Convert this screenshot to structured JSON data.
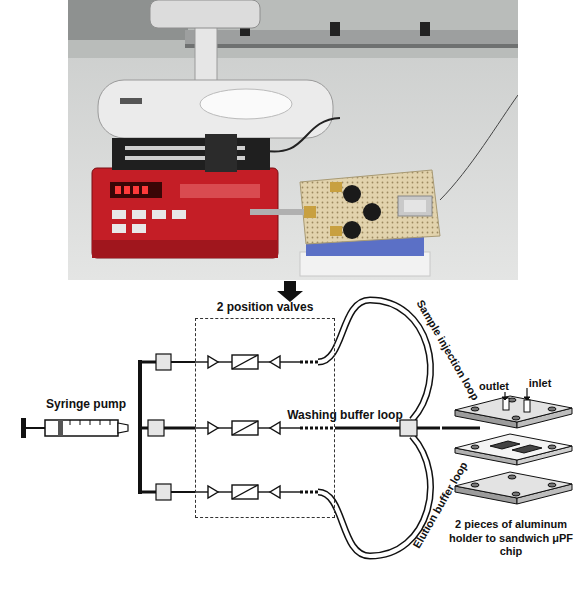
{
  "diagram": {
    "nodes": [
      {
        "text": [
          "2 position valves"
        ]
      },
      {
        "text": [
          "Syringe pump"
        ]
      },
      {
        "text": [
          "2 pieces of aluminum holder to sandwich μPF chip"
        ]
      }
    ],
    "edges": [
      {
        "from": 1,
        "to": 0,
        "arrow": "none"
      },
      {
        "from": 0,
        "to": 2,
        "arrow": "none"
      }
    ],
    "labels": [
      "Sample injection loop",
      "inlet",
      "outlet",
      "Washing buffer loop",
      "Elution buffer loop"
    ]
  }
}
